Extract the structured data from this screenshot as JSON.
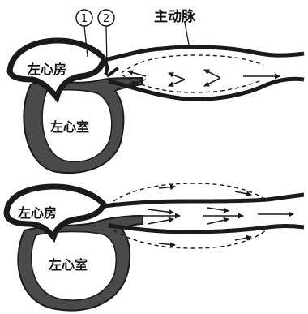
{
  "labels": {
    "marker_1": "1",
    "marker_2": "2",
    "aorta": "主动脉",
    "top_left_atrium": "左心房",
    "top_left_ventricle": "左心室",
    "bottom_left_atrium": "左心房",
    "bottom_left_ventricle": "左心室"
  },
  "colors": {
    "wall_stroke": "#1a1a1a",
    "wall_fill": "#555555",
    "chamber_fill": "#ffffff"
  }
}
